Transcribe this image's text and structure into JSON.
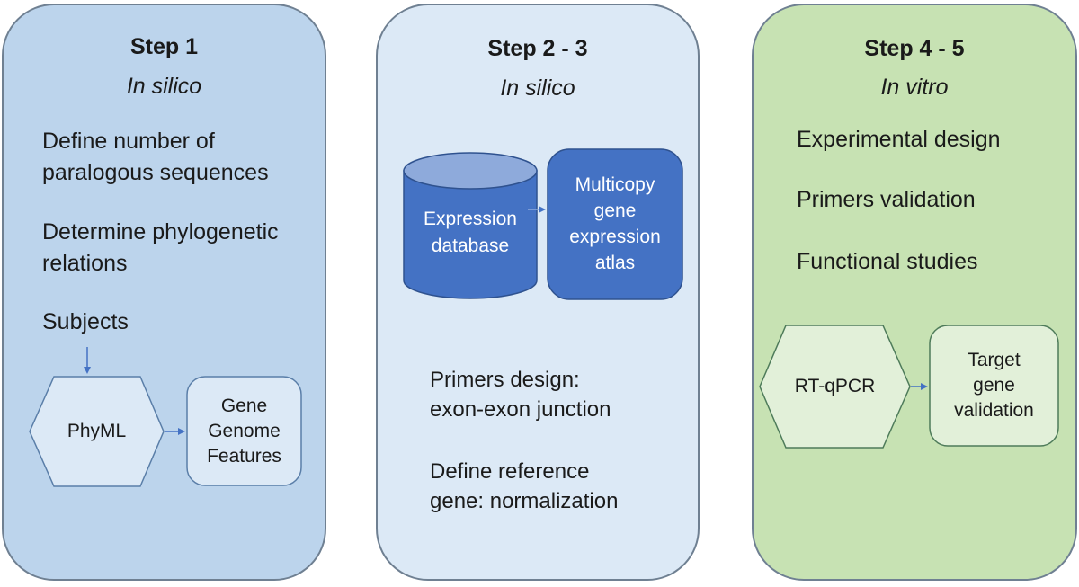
{
  "steps": [
    {
      "title": "Step 1",
      "subtitle": "In silico",
      "items": [
        "Define number of paralogous sequences",
        "Determine phylogenetic relations",
        "Subjects"
      ],
      "hexagon": "PhyML",
      "box_lines": [
        "Gene",
        "Genome",
        "Features"
      ]
    },
    {
      "title": "Step 2 - 3",
      "subtitle": "In silico",
      "cylinder_lines": [
        "Expression",
        "database"
      ],
      "box_lines": [
        "Multicopy",
        "gene",
        "expression",
        "atlas"
      ],
      "items": [
        [
          "Primers design:",
          "exon-exon junction"
        ],
        [
          "Define reference",
          "gene: normalization"
        ]
      ]
    },
    {
      "title": "Step 4 - 5",
      "subtitle": "In vitro",
      "items": [
        "Experimental design",
        "Primers validation",
        "Functional studies"
      ],
      "hexagon": "RT-qPCR",
      "box_lines": [
        "Target",
        "gene",
        "validation"
      ]
    }
  ],
  "colors": {
    "panel1": "#bcd4ec",
    "panel2": "#dce9f6",
    "panel3": "#c7e2b3",
    "database_fill": "#4472c4",
    "arrow": "#4472c4"
  }
}
